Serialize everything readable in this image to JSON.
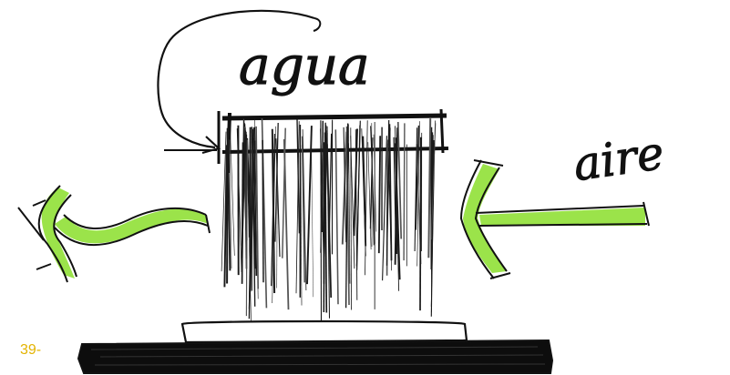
{
  "labels": {
    "water": "agua",
    "air": "aire"
  },
  "page_number": "39-",
  "colors": {
    "arrow_fill": "#9be34a",
    "ink": "#111111",
    "page_number": "#e3b300"
  }
}
